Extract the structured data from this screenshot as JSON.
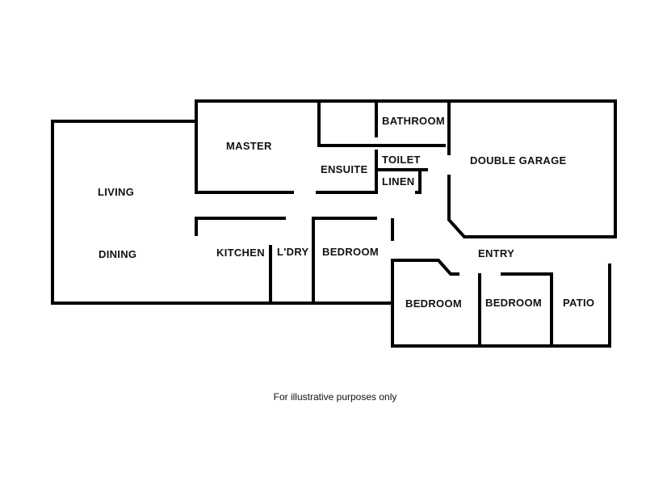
{
  "floorplan": {
    "rooms": {
      "living": "LIVING",
      "dining": "DINING",
      "master": "MASTER",
      "ensuite": "ENSUITE",
      "bathroom": "BATHROOM",
      "toilet": "TOILET",
      "linen": "LINEN",
      "double_garage": "DOUBLE GARAGE",
      "kitchen": "KITCHEN",
      "laundry": "L'DRY",
      "bedroom_2": "BEDROOM",
      "entry": "ENTRY",
      "bedroom_3": "BEDROOM",
      "bedroom_4": "BEDROOM",
      "patio": "PATIO"
    },
    "caption": "For illustrative purposes only"
  }
}
